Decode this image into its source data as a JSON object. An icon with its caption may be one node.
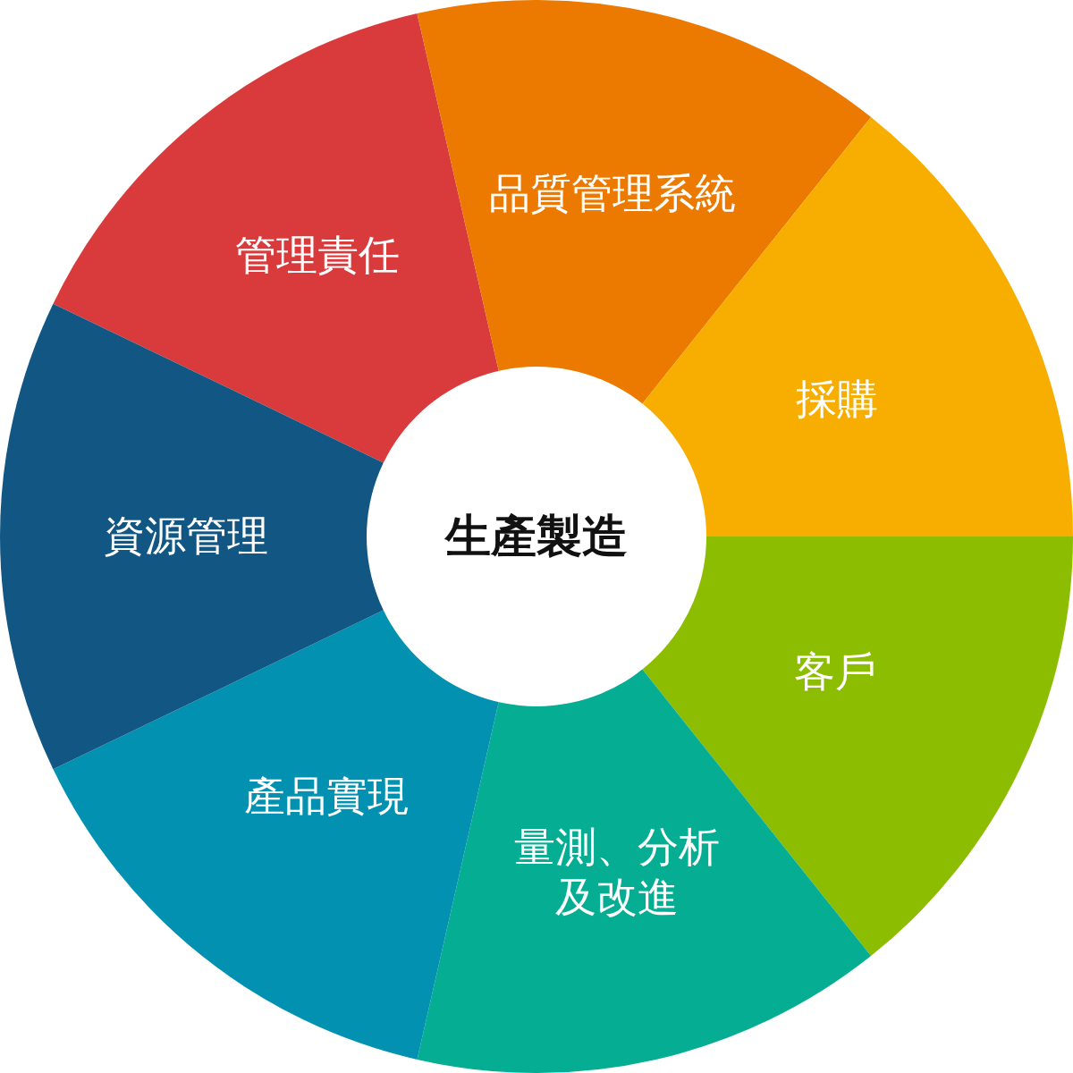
{
  "diagram": {
    "nodes": [
      {
        "text": [
          "生產製造"
        ]
      },
      {
        "text": [
          "管理責任"
        ]
      },
      {
        "text": [
          "品質管理系統"
        ]
      },
      {
        "text": [
          "採購"
        ]
      },
      {
        "text": [
          "客戶"
        ]
      },
      {
        "text": [
          "量測、分析及改進"
        ]
      },
      {
        "text": [
          "產品實現"
        ]
      },
      {
        "text": [
          "資源管理"
        ]
      }
    ]
  }
}
